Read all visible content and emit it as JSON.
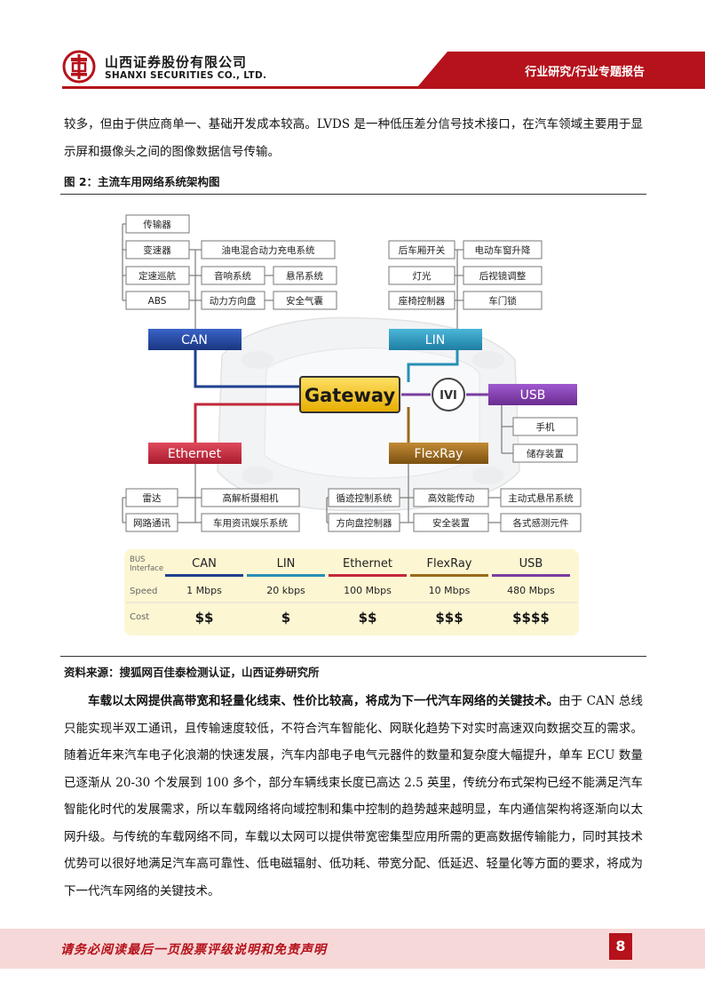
{
  "header": {
    "company_cn": "山西证券股份有限公司",
    "company_en": "SHANXI SECURITIES CO., LTD.",
    "report_tag": "行业研究/行业专题报告"
  },
  "intro_paragraph": "较多，但由于供应商单一、基础开发成本较高。LVDS 是一种低压差分信号技术接口，在汽车领域主要用于显示屏和摄像头之间的图像数据信号传输。",
  "figure": {
    "title": "图 2：主流车用网络系统架构图",
    "source": "资料来源：搜狐网百佳泰检测认证，山西证券研究所",
    "gateway": "Gateway",
    "ivi": "IVI",
    "buses": {
      "can": "CAN",
      "lin": "LIN",
      "ethernet": "Ethernet",
      "flexray": "FlexRay",
      "usb": "USB"
    },
    "can_devices": [
      "传输器",
      "变速器",
      "油电混合动力充电系统",
      "定速巡航",
      "音响系统",
      "悬吊系统",
      "ABS",
      "动力方向盘",
      "安全气囊"
    ],
    "lin_devices": [
      "后车厢开关",
      "电动车窗升降",
      "灯光",
      "后视镜调整",
      "座椅控制器",
      "车门锁"
    ],
    "usb_devices": [
      "手机",
      "储存装置"
    ],
    "ethernet_devices": [
      "雷达",
      "高解析摄相机",
      "网路通讯",
      "车用资讯娱乐系统"
    ],
    "flexray_devices": [
      "循迹控制系统",
      "高效能传动",
      "主动式悬吊系统",
      "方向盘控制器",
      "安全装置",
      "各式感测元件"
    ],
    "table": {
      "row_labels": [
        "BUS Interface",
        "Speed",
        "Cost"
      ],
      "columns": [
        {
          "name": "CAN",
          "speed": "1 Mbps",
          "cost": "$$",
          "color": "#1f3f8f"
        },
        {
          "name": "LIN",
          "speed": "20 kbps",
          "cost": "$",
          "color": "#2a8fb5"
        },
        {
          "name": "Ethernet",
          "speed": "100 Mbps",
          "cost": "$$",
          "color": "#c2273a"
        },
        {
          "name": "FlexRay",
          "speed": "10 Mbps",
          "cost": "$$$",
          "color": "#9a6a1a"
        },
        {
          "name": "USB",
          "speed": "480 Mbps",
          "cost": "$$$$",
          "color": "#7a3da0"
        }
      ]
    }
  },
  "main_paragraph": {
    "bold": "车载以太网提供高带宽和轻量化线束、性价比较高，将成为下一代汽车网络的关键技术。",
    "text": "由于 CAN 总线只能实现半双工通讯，且传输速度较低，不符合汽车智能化、网联化趋势下对实时高速双向数据交互的需求。随着近年来汽车电子化浪潮的快速发展，汽车内部电子电气元器件的数量和复杂度大幅提升，单车 ECU 数量已逐渐从 20-30 个发展到 100 多个，部分车辆线束长度已高达 2.5 英里，传统分布式架构已经不能满足汽车智能化时代的发展需求，所以车载网络将向域控制和集中控制的趋势越来越明显，车内通信架构将逐渐向以太网升级。与传统的车载网络不同，车载以太网可以提供带宽密集型应用所需的更高数据传输能力，同时其技术优势可以很好地满足汽车高可靠性、低电磁辐射、低功耗、带宽分配、低延迟、轻量化等方面的要求，将成为下一代汽车网络的关键技术。"
  },
  "footer": {
    "disclaimer": "请务必阅读最后一页股票评级说明和免责声明",
    "page_number": "8"
  },
  "colors": {
    "brand_red": "#b5121b",
    "can": "#1f3f8f",
    "lin": "#2a8fb5",
    "ethernet": "#c2273a",
    "flexray": "#9a6a1a",
    "usb": "#7a3da0",
    "gateway": "#f5c518"
  }
}
